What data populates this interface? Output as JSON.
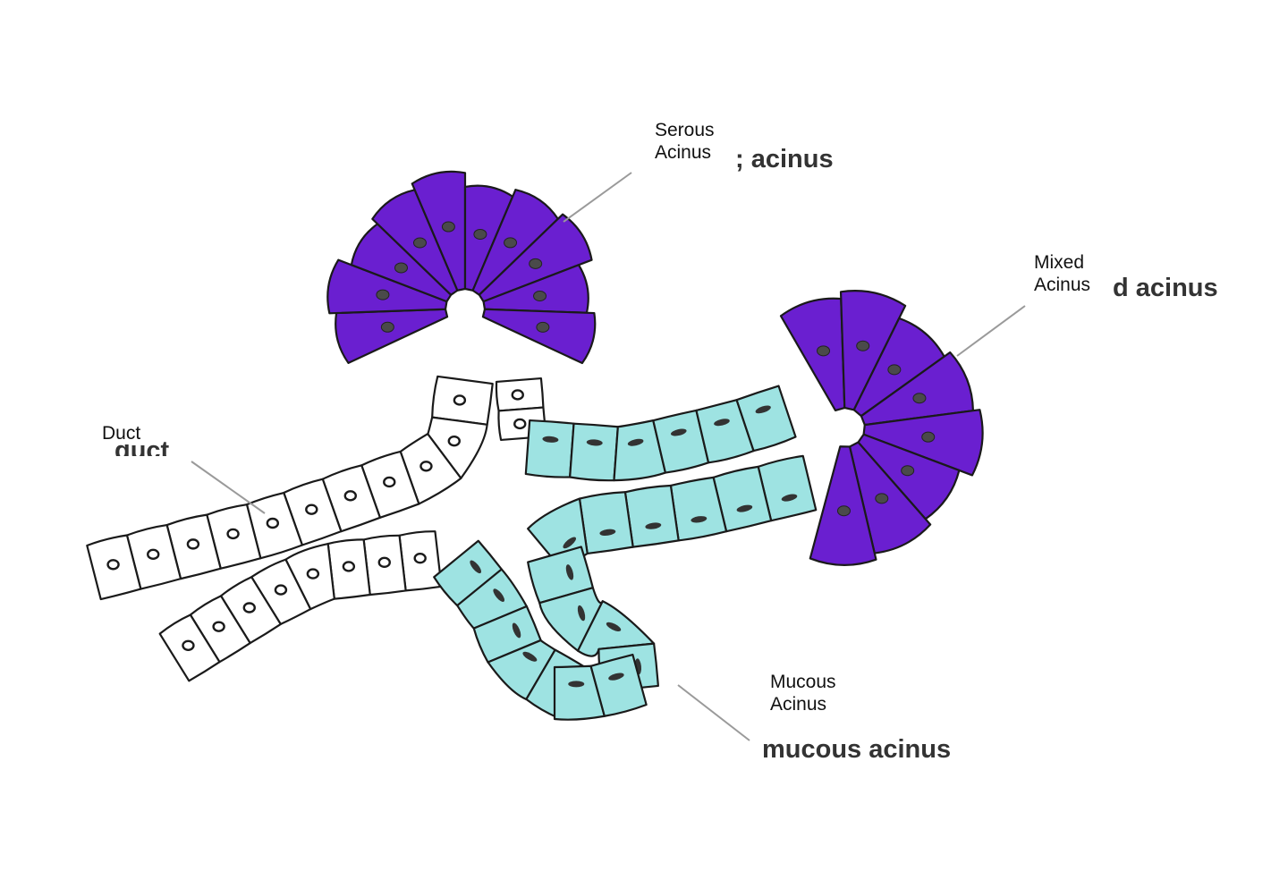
{
  "colors": {
    "serous": "#6a1fd0",
    "mucous": "#9ee3e2",
    "duct": "#ffffff",
    "outline": "#1a1a1a",
    "nucleus_serous": "#4a4a4a",
    "nucleus_mucous": "#333333",
    "leader": "#9a9a9a"
  },
  "labels": {
    "serous": [
      "Serous",
      "Acinus"
    ],
    "mixed": [
      "Mixed",
      "Acinus"
    ],
    "mucous": [
      "Mucous",
      "Acinus"
    ],
    "duct": "Duct"
  },
  "old_labels": {
    "serous": "; acinus",
    "mixed": "d acinus",
    "mucous": "mucous acinus",
    "duct": "duct"
  }
}
